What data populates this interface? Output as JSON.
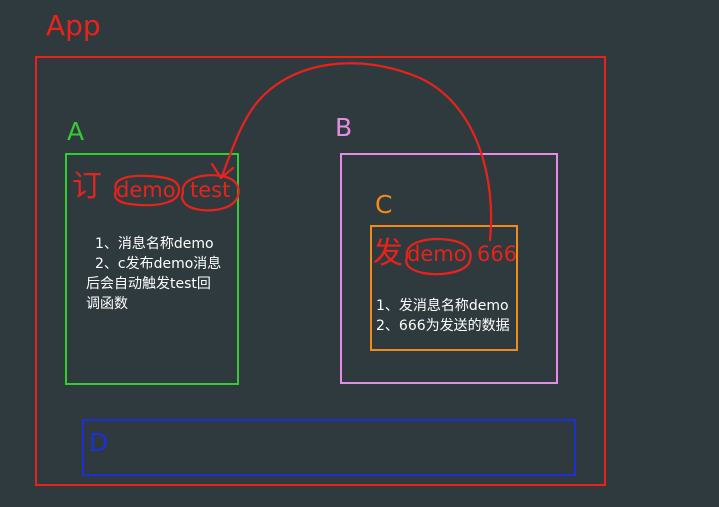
{
  "app": {
    "label": "App",
    "color": "#e8231b"
  },
  "component_a": {
    "label": "A",
    "color": "#33cc33",
    "subscribe_char": "订",
    "event_name": "demo",
    "callback_name": "test",
    "notes": [
      "1、消息名称demo",
      "2、c发布demo消息",
      "后会自动触发test回",
      "调函数"
    ]
  },
  "component_b": {
    "label": "B",
    "color": "#e58de6"
  },
  "component_c": {
    "label": "C",
    "color": "#f28a1c",
    "publish_char": "发",
    "event_name": "demo",
    "payload": "666",
    "notes": [
      "1、发消息名称demo",
      "2、666为发送的数据"
    ]
  },
  "component_d": {
    "label": "D",
    "color": "#1d2fd6"
  },
  "annotation_color": "#e8231b"
}
